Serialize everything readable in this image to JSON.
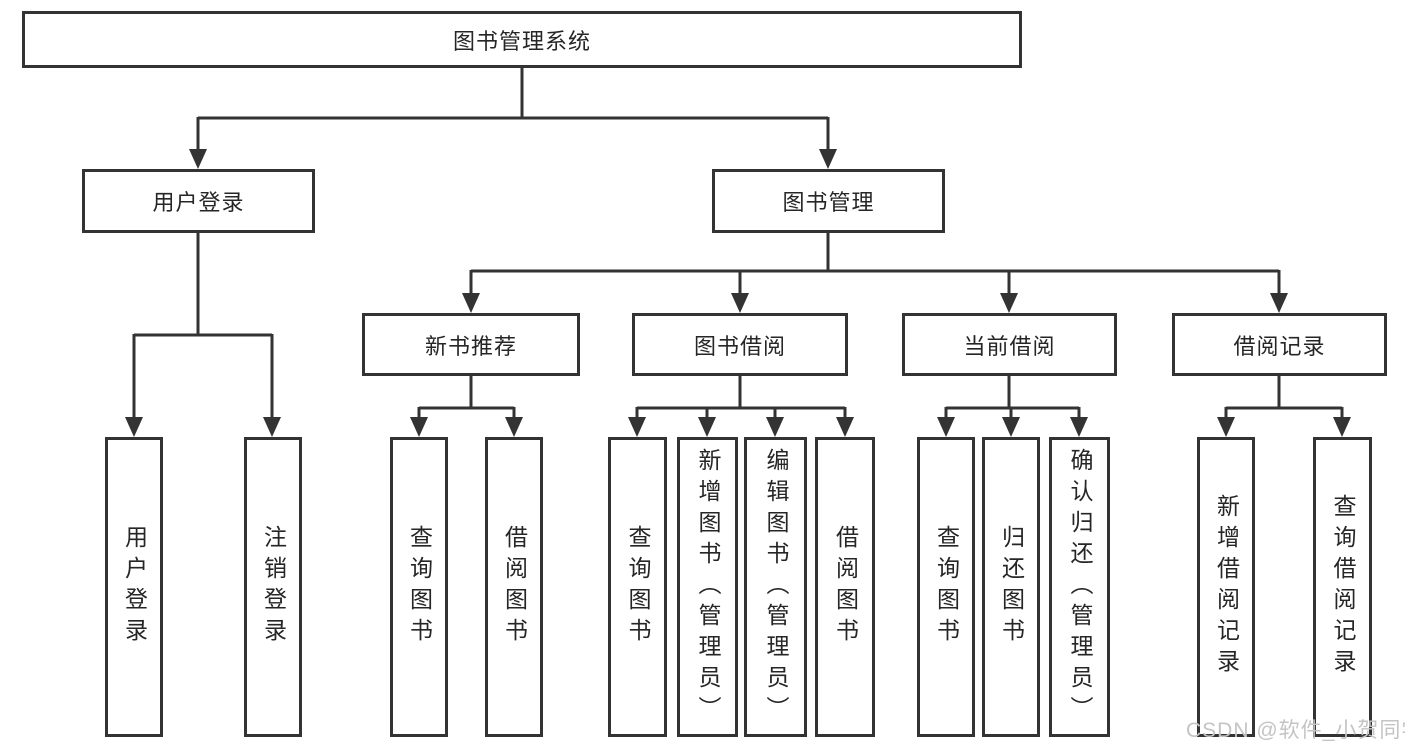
{
  "tree": {
    "label": "图书管理系统",
    "children": [
      {
        "label": "用户登录",
        "children": [
          {
            "label": "用户登录"
          },
          {
            "label": "注销登录"
          }
        ]
      },
      {
        "label": "图书管理",
        "children": [
          {
            "label": "新书推荐",
            "children": [
              {
                "label": "查询图书"
              },
              {
                "label": "借阅图书"
              }
            ]
          },
          {
            "label": "图书借阅",
            "children": [
              {
                "label": "查询图书"
              },
              {
                "label": "新增图书（管理员）"
              },
              {
                "label": "编辑图书（管理员）"
              },
              {
                "label": "借阅图书"
              }
            ]
          },
          {
            "label": "当前借阅",
            "children": [
              {
                "label": "查询图书"
              },
              {
                "label": "归还图书"
              },
              {
                "label": "确认归还（管理员）"
              }
            ]
          },
          {
            "label": "借阅记录",
            "children": [
              {
                "label": "新增借阅记录"
              },
              {
                "label": "查询借阅记录"
              }
            ]
          }
        ]
      }
    ]
  },
  "watermark": {
    "text": "CSDN @软件_小贺同学"
  },
  "colors": {
    "line": "#333333",
    "box_border": "#333333",
    "text": "#262626",
    "background": "#ffffff",
    "watermark": "#c4c4c4"
  }
}
